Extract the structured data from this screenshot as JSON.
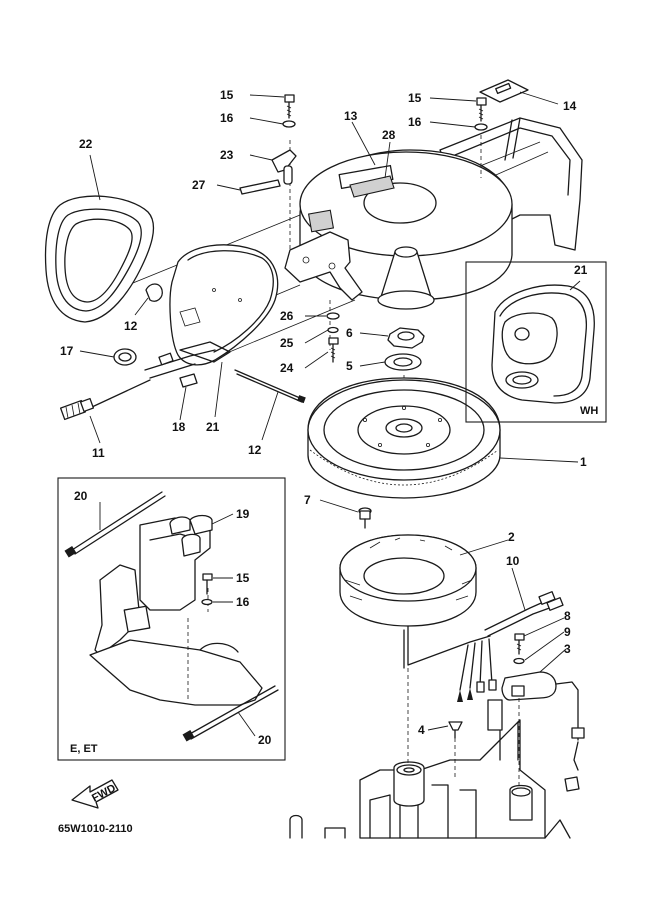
{
  "diagram_code": "65W1010-2110",
  "fwd_label": "FWD",
  "inset_wh_label": "WH",
  "inset_e_label": "E, ET",
  "callouts": {
    "c1": "1",
    "c2": "2",
    "c3": "3",
    "c4": "4",
    "c5": "5",
    "c6": "6",
    "c7": "7",
    "c8": "8",
    "c9": "9",
    "c10": "10",
    "c11": "11",
    "c12a": "12",
    "c12b": "12",
    "c13": "13",
    "c14": "14",
    "c15a": "15",
    "c15b": "15",
    "c15c": "15",
    "c16a": "16",
    "c16b": "16",
    "c16c": "16",
    "c17": "17",
    "c18": "18",
    "c19": "19",
    "c20a": "20",
    "c20b": "20",
    "c21a": "21",
    "c21b": "21",
    "c22": "22",
    "c23": "23",
    "c24": "24",
    "c25": "25",
    "c26": "26",
    "c27": "27",
    "c28": "28"
  }
}
